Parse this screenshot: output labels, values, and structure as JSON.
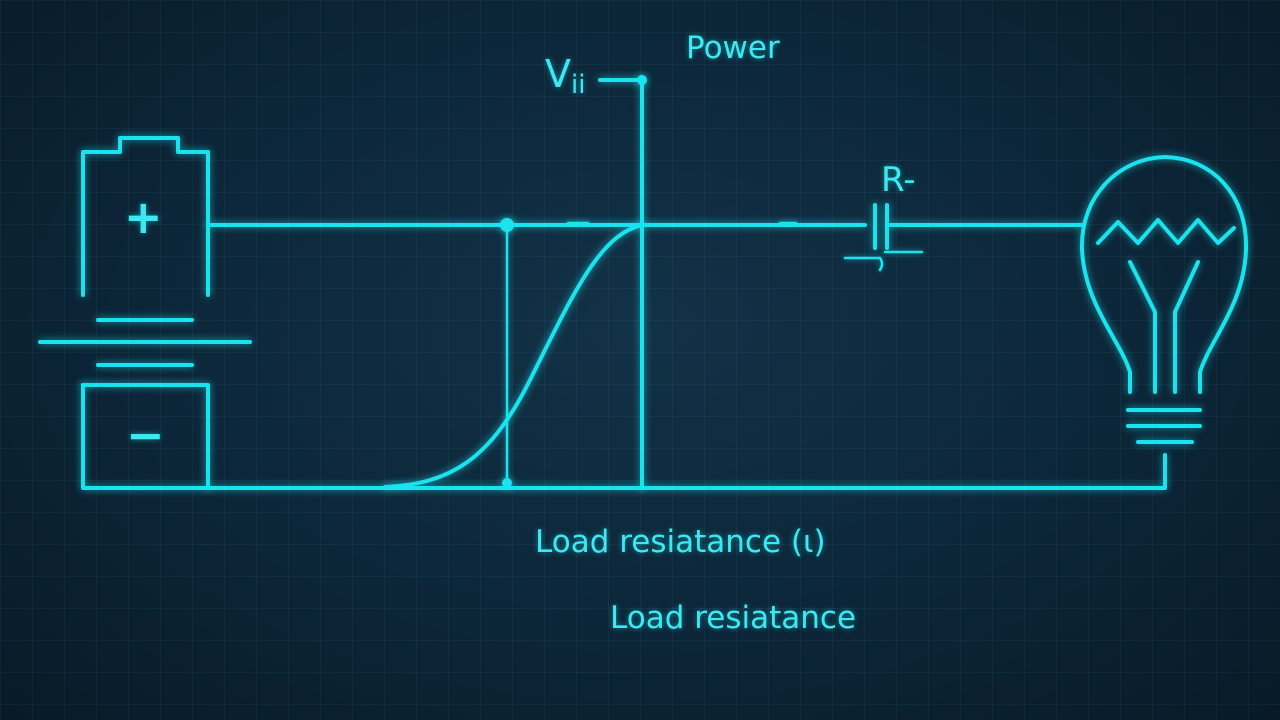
{
  "labels": {
    "power": "Power",
    "v_label": "V",
    "v_subscript": "ii",
    "r_label": "R-",
    "battery_plus": "+",
    "battery_minus": "−",
    "load_caption_1": "Load resiatance (ι)",
    "load_caption_2": "Load resiatance"
  },
  "colors": {
    "background": "#0c2638",
    "line": "#19e3ee",
    "text": "#3de8f2"
  },
  "icons": [
    "battery-icon",
    "light-bulb-icon",
    "capacitor-icon"
  ]
}
